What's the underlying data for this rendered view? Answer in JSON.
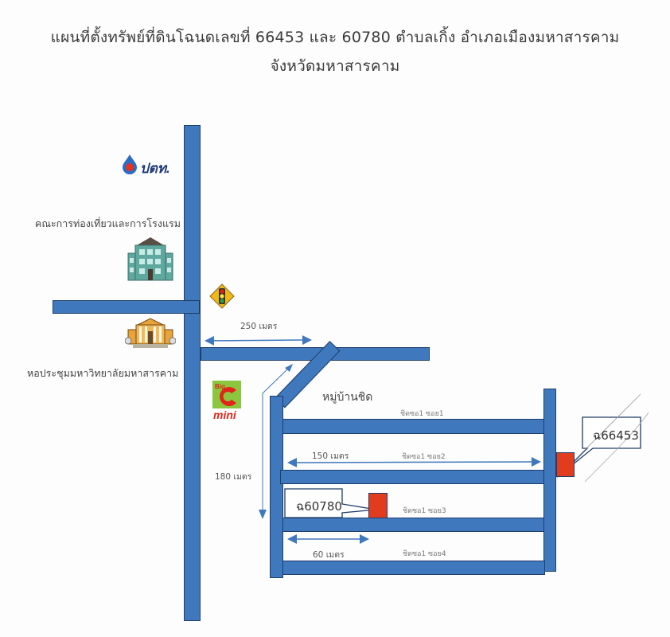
{
  "header": {
    "title_line1": "แผนที่ตั้งทรัพย์ที่ดินโฉนดเลขที่ 66453 และ 60780 ตำบลเกิ้ง อำเภอเมืองมหาสารคาม",
    "title_line2": "จังหวัดมหาสารคาม"
  },
  "landmarks": {
    "ptt": {
      "icon": "ptt-logo-icon",
      "text": "ปตท."
    },
    "tourism_faculty": {
      "label": "คณะการท่องเที่ยวและการโรงแรม",
      "icon": "building-icon"
    },
    "traffic_light": {
      "icon": "traffic-light-sign-icon"
    },
    "auditorium": {
      "label": "หอประชุมมหาวิทยาลัยมหาสารคาม",
      "icon": "auditorium-icon"
    },
    "bigc": {
      "icon": "bigc-mini-logo-icon",
      "top": "Big",
      "letter": "C",
      "bottom": "mini"
    }
  },
  "village": {
    "label": "หมู่บ้านชิด"
  },
  "sois": [
    {
      "label": "ชิดซอ1 ซอย1"
    },
    {
      "label": "ชิดซอ1 ซอย2"
    },
    {
      "label": "ชิดซอ1 ซอย3"
    },
    {
      "label": "ชิดซอ1 ซอย4"
    }
  ],
  "distances": {
    "d250": "250 เมตร",
    "d180": "180 เมตร",
    "d150": "150 เมตร",
    "d60": "60 เมตร"
  },
  "plots": [
    {
      "deed": "ฉ66453"
    },
    {
      "deed": "ฉ60780"
    }
  ],
  "colors": {
    "road": "#3f78bd",
    "road_border": "#1f3e6a",
    "plot": "#e23c1e",
    "arrow": "#3f78bd"
  }
}
